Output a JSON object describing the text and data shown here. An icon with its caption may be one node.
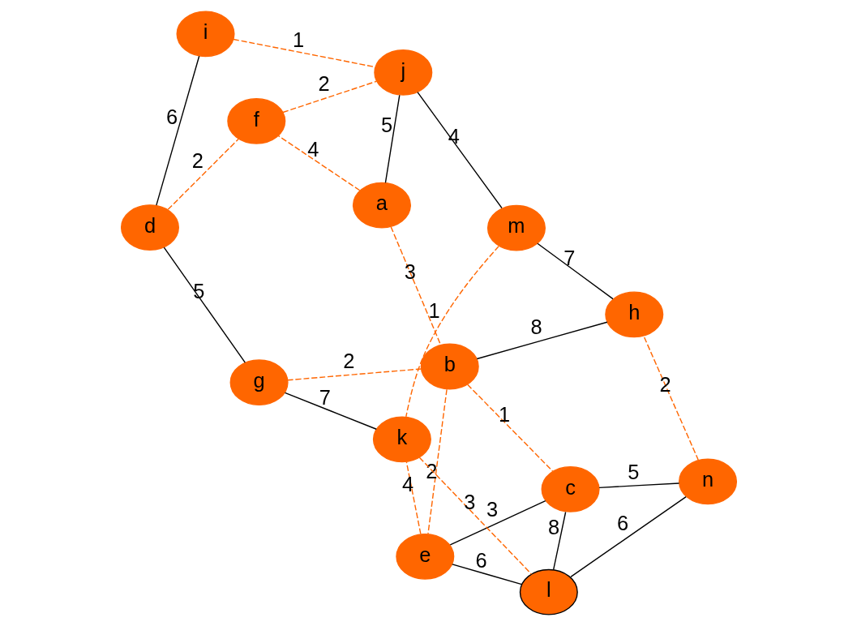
{
  "diagram": {
    "nodes": [
      {
        "text": [
          "a"
        ]
      },
      {
        "text": [
          "b"
        ]
      },
      {
        "text": [
          "c"
        ]
      },
      {
        "text": [
          "d"
        ]
      },
      {
        "text": [
          "e"
        ]
      },
      {
        "text": [
          "f"
        ]
      },
      {
        "text": [
          "g"
        ]
      },
      {
        "text": [
          "n"
        ]
      },
      {
        "text": [
          "i"
        ]
      },
      {
        "text": [
          "j"
        ]
      },
      {
        "text": [
          "k"
        ]
      },
      {
        "text": [
          "l"
        ]
      },
      {
        "text": [
          "h"
        ]
      },
      {
        "text": [
          "m"
        ]
      }
    ],
    "edges": [
      {
        "from": 0,
        "to": 1,
        "arrow": "none",
        "label": "3",
        "style": "dashed"
      },
      {
        "from": 1,
        "to": 2,
        "arrow": "none",
        "label": "1",
        "style": "dashed"
      },
      {
        "from": 1,
        "to": 12,
        "arrow": "none",
        "label": "8",
        "color": "#000000"
      },
      {
        "from": 0,
        "to": 5,
        "arrow": "none",
        "label": "4",
        "style": "dashed"
      },
      {
        "from": 0,
        "to": 9,
        "arrow": "none",
        "label": "5",
        "color": "#000000"
      },
      {
        "from": 1,
        "to": 6,
        "arrow": "none",
        "label": "2",
        "style": "dashed"
      },
      {
        "from": 1,
        "to": 4,
        "arrow": "none",
        "label": "2",
        "style": "dashed"
      },
      {
        "from": 2,
        "to": 4,
        "arrow": "none",
        "label": "3",
        "color": "#000000"
      },
      {
        "from": 2,
        "to": 11,
        "arrow": "none",
        "label": "8",
        "color": "#000000"
      },
      {
        "from": 2,
        "to": 7,
        "arrow": "none",
        "label": "5",
        "color": "#000000"
      },
      {
        "from": 3,
        "to": 5,
        "arrow": "none",
        "label": "2",
        "style": "dashed"
      },
      {
        "from": 3,
        "to": 6,
        "arrow": "none",
        "label": "5",
        "color": "#000000"
      },
      {
        "from": 3,
        "to": 8,
        "arrow": "none",
        "label": "6",
        "color": "#000000"
      },
      {
        "from": 5,
        "to": 9,
        "arrow": "none",
        "label": "2",
        "style": "dashed"
      },
      {
        "from": 8,
        "to": 9,
        "arrow": "none",
        "label": "1",
        "style": "dashed"
      },
      {
        "from": 6,
        "to": 10,
        "arrow": "none",
        "label": "7",
        "color": "#000000"
      },
      {
        "from": 4,
        "to": 10,
        "arrow": "none",
        "label": "4",
        "style": "dashed"
      },
      {
        "from": 4,
        "to": 11,
        "arrow": "none",
        "label": "6",
        "color": "#000000"
      },
      {
        "from": 7,
        "to": 11,
        "arrow": "none",
        "label": "6",
        "color": "#000000"
      },
      {
        "from": 7,
        "to": 12,
        "arrow": "none",
        "label": "2",
        "style": "dashed"
      },
      {
        "from": 10,
        "to": 11,
        "arrow": "none",
        "label": "3",
        "style": "dashed"
      },
      {
        "from": 9,
        "to": 13,
        "arrow": "none",
        "label": "4",
        "color": "#000000"
      },
      {
        "from": 13,
        "to": 10,
        "arrow": "none",
        "label": "1",
        "style": "dashed"
      },
      {
        "from": 13,
        "to": 12,
        "arrow": "none",
        "label": "7",
        "color": "#000000"
      }
    ]
  }
}
